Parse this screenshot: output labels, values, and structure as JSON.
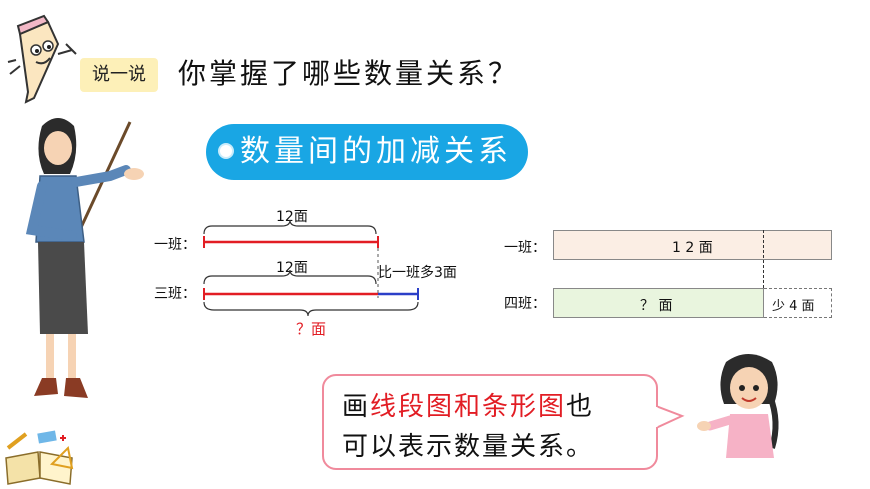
{
  "header": {
    "tag": "说一说",
    "question": "你掌握了哪些数量关系？"
  },
  "topic": {
    "label": "数量间的加减关系"
  },
  "left_diagram": {
    "row1_label": "一班：",
    "row1_value": "12面",
    "row2_label": "三班：",
    "row2_value": "12面",
    "extra_label": "比一班多3面",
    "total_label": "？面"
  },
  "right_diagram": {
    "row1_label": "一班：",
    "row1_bar": "1 2 面",
    "row2_label": "四班：",
    "row2_bar": "？ 面",
    "row2_gap": "少 4 面"
  },
  "bubble": {
    "line1_a": "画",
    "line1_b": "线段图和条形图",
    "line1_c": "也",
    "line2": "可以表示数量关系。"
  },
  "colors": {
    "accent_blue": "#19a6e4",
    "red": "#e21d24",
    "bar_blue": "#2b3fc8",
    "bar1_fill": "#fbeee4",
    "bar2_fill": "#e9f5de",
    "bubble_border": "#f08a9c"
  }
}
